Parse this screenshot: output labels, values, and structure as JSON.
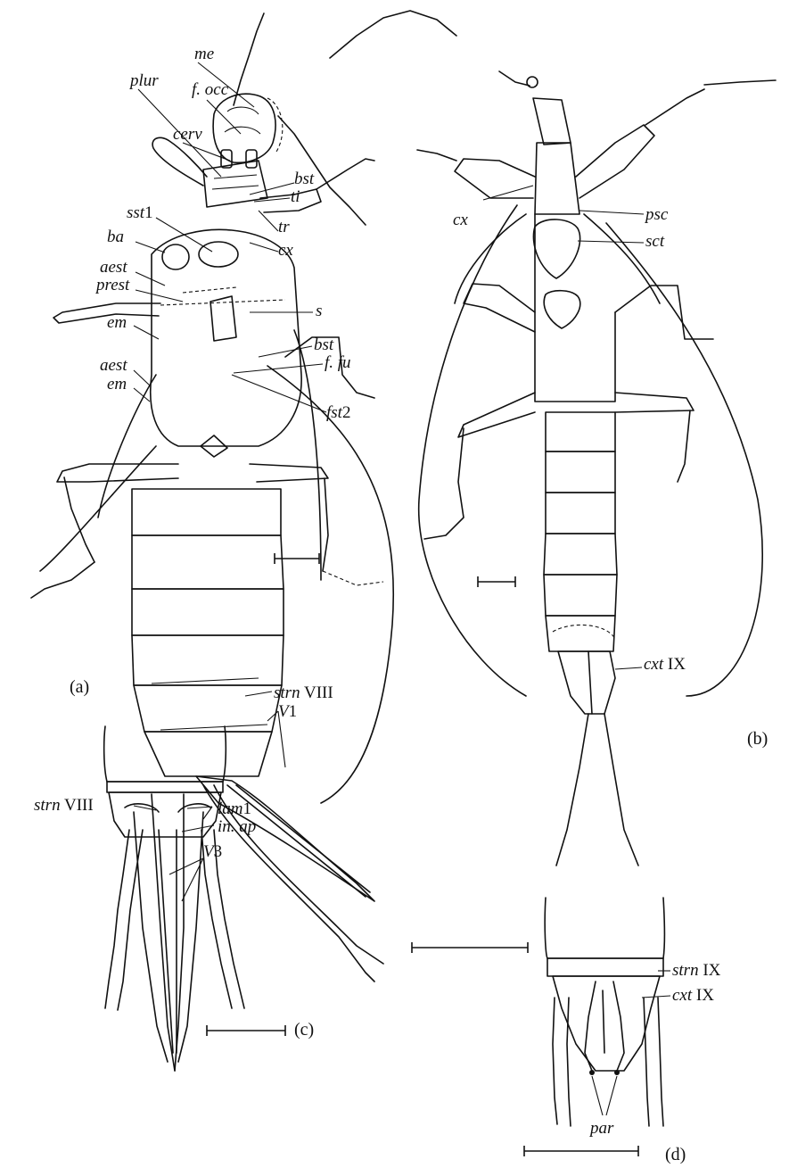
{
  "panels": {
    "a": "(a)",
    "b": "(b)",
    "c": "(c)",
    "d": "(d)"
  },
  "labels_a": {
    "me": "me",
    "f_occ": "f. occ",
    "plur": "plur",
    "cerv": "cerv",
    "bst": "bst",
    "ti": "ti",
    "sst_base": "sst",
    "sst_suffix": "1",
    "ba": "ba",
    "tr": "tr",
    "cx": "cx",
    "aest": "aest",
    "prest": "prest",
    "s": "s",
    "em": "em",
    "bst2": "bst",
    "f_fu": "f. fu",
    "aest2": "aest",
    "em2": "em",
    "fst_base": "fst",
    "fst_suffix": "2",
    "strn_base": "strn",
    "strn_suffix": " VIII",
    "v_base": "V",
    "v_suffix": "1"
  },
  "labels_b": {
    "cx": "cx",
    "psc": "psc",
    "sct": "sct",
    "cxt_base": "cxt",
    "cxt_suffix": " IX"
  },
  "labels_c": {
    "strn_base": "strn",
    "strn_suffix": " VIII",
    "lam_base": "lam",
    "lam_suffix": "1",
    "in_ap": "in. ap",
    "v_base": "V",
    "v_suffix": "3"
  },
  "labels_d": {
    "strn_base": "strn",
    "strn_suffix": " IX",
    "cxt_base": "cxt",
    "cxt_suffix": " IX",
    "par": "par"
  }
}
